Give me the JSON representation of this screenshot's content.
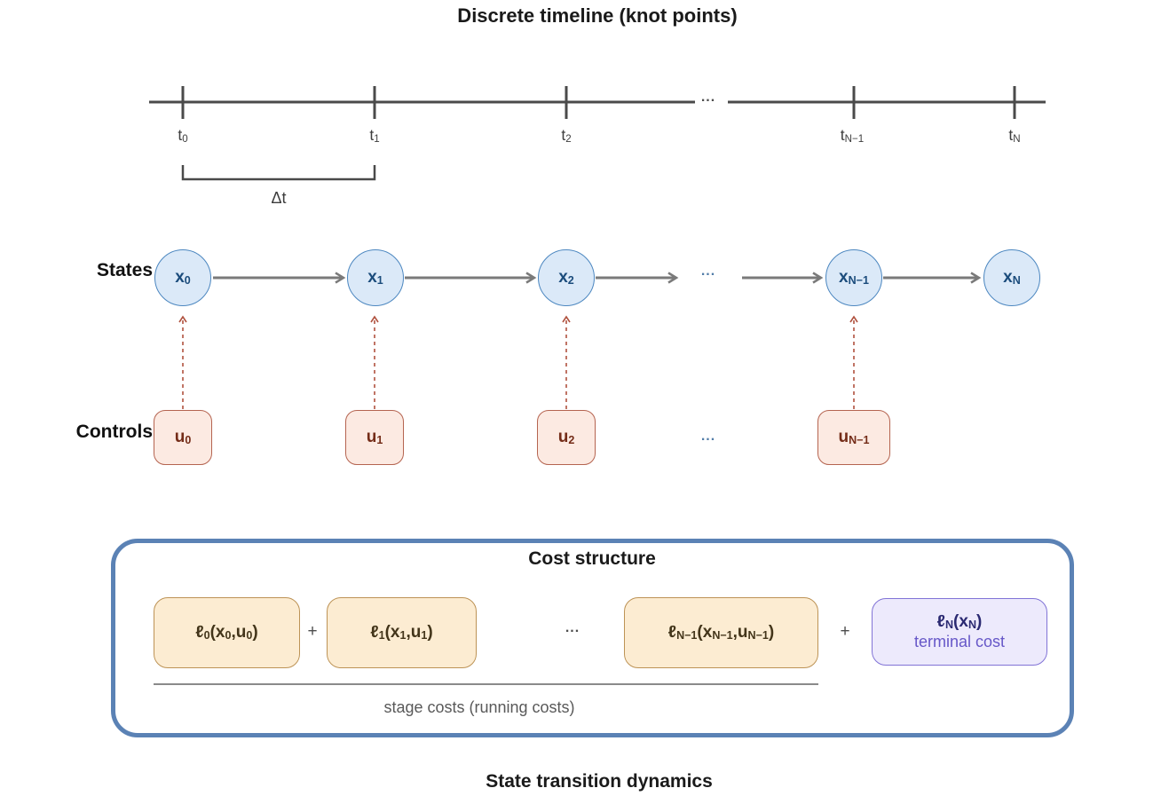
{
  "titles": {
    "timeline": "Discrete timeline (knot points)",
    "cost": "Cost structure",
    "stage_note": "stage costs (running costs)",
    "bottom": "State transition dynamics"
  },
  "timeline": {
    "ellipsis": "...",
    "delta": "Δt",
    "ticks": [
      {
        "parts": [
          "t",
          {
            "sub": "0"
          }
        ]
      },
      {
        "parts": [
          "t",
          {
            "sub": "1"
          }
        ]
      },
      {
        "parts": [
          "t",
          {
            "sub": "2"
          }
        ]
      },
      {
        "parts": [
          "t",
          {
            "sub": "N−1"
          }
        ]
      },
      {
        "parts": [
          "t",
          {
            "sub": "N"
          }
        ]
      }
    ]
  },
  "states": {
    "label": "States",
    "ellipsis": "...",
    "nodes": [
      {
        "parts": [
          "x",
          {
            "sub": "0"
          }
        ]
      },
      {
        "parts": [
          "x",
          {
            "sub": "1"
          }
        ]
      },
      {
        "parts": [
          "x",
          {
            "sub": "2"
          }
        ]
      },
      {
        "parts": [
          "x",
          {
            "sub": "N−1"
          }
        ]
      },
      {
        "parts": [
          "x",
          {
            "sub": "N"
          }
        ]
      }
    ]
  },
  "controls": {
    "label": "Controls",
    "ellipsis": "...",
    "nodes": [
      {
        "parts": [
          "u",
          {
            "sub": "0"
          }
        ]
      },
      {
        "parts": [
          "u",
          {
            "sub": "1"
          }
        ]
      },
      {
        "parts": [
          "u",
          {
            "sub": "2"
          }
        ]
      },
      {
        "parts": [
          "u",
          {
            "sub": "N−1"
          }
        ]
      }
    ]
  },
  "cost": {
    "plus": "+",
    "ellipsis": "...",
    "stage_boxes": [
      {
        "parts": [
          "ℓ",
          {
            "sub": "0"
          },
          "(x",
          {
            "sub": "0"
          },
          ",u",
          {
            "sub": "0"
          },
          ")"
        ]
      },
      {
        "parts": [
          "ℓ",
          {
            "sub": "1"
          },
          "(x",
          {
            "sub": "1"
          },
          ",u",
          {
            "sub": "1"
          },
          ")"
        ]
      },
      {
        "parts": [
          "ℓ",
          {
            "sub": "N−1"
          },
          "(x",
          {
            "sub": "N−1"
          },
          ",u",
          {
            "sub": "N−1"
          },
          ")"
        ]
      }
    ],
    "terminal": {
      "line1_parts": [
        "ℓ",
        {
          "sub": "N"
        },
        "(x",
        {
          "sub": "N"
        },
        ")"
      ],
      "line2": "terminal cost"
    }
  },
  "colors": {
    "axis": "#4a4a4a",
    "arrow": "#7a7a7a",
    "control-arrow": "#b0523f",
    "state-fill": "#dbe9f8",
    "state-border": "#4c87c0",
    "state-text": "#1b4c7c",
    "control-fill": "#fceae2",
    "control-border": "#b56450",
    "control-text": "#742c18",
    "stage-fill": "#fcecd2",
    "stage-border": "#bd9356",
    "stage-text": "#43351a",
    "terminal-fill": "#edeafc",
    "terminal-border": "#8173d6",
    "terminal-text": "#2b2a72",
    "terminal-subtext": "#6657c8",
    "cost-border": "#5b82b5",
    "note-text": "#595959",
    "title-text": "#1a1a1a",
    "tick-text": "#3d3d3d",
    "row-ellipsis": "#527da8"
  }
}
